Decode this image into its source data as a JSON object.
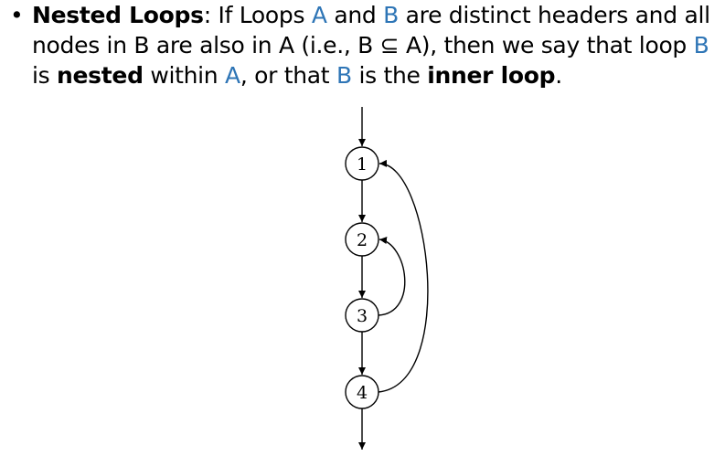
{
  "bullet": {
    "marker": "•",
    "term": "Nested Loops",
    "seg1": ": If Loops ",
    "loop_a": "A",
    "seg2": " and ",
    "loop_b": "B",
    "seg3": " are distinct headers and all",
    "seg4": "nodes in B are also in A (i.e., B ⊆ A), then we say that loop ",
    "seg5": "is ",
    "nested": "nested",
    "seg6": " within ",
    "seg7": ", or that ",
    "seg8": " is the ",
    "inner_loop": "inner loop",
    "seg9": "."
  },
  "graph": {
    "nodes": [
      "1",
      "2",
      "3",
      "4"
    ],
    "edges": [
      [
        "1",
        "2"
      ],
      [
        "2",
        "3"
      ],
      [
        "3",
        "4"
      ]
    ],
    "back_edges": [
      [
        "3",
        "2"
      ],
      [
        "4",
        "1"
      ]
    ]
  },
  "colors": {
    "loop_name": "#2e75b6"
  }
}
